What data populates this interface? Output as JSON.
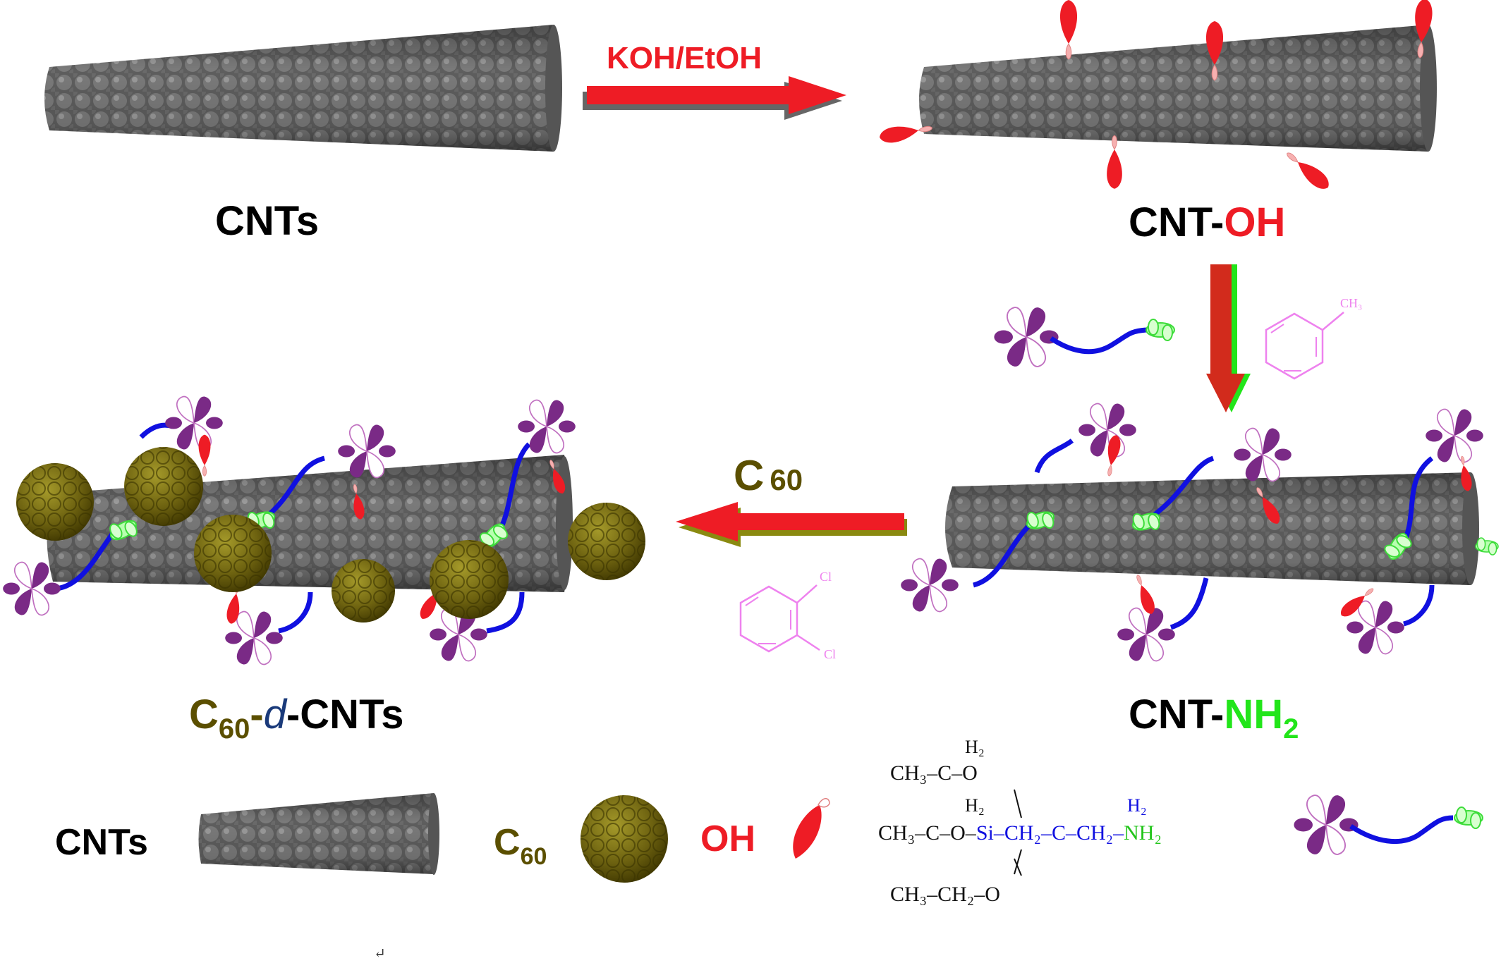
{
  "reagents": {
    "koh_etoh": "KOH/EtOH",
    "c60_main": "C",
    "c60_main_sub": "60",
    "toluene_ch3": "CH₃",
    "dcb_cl_top": "Cl",
    "dcb_cl_bottom": "Cl"
  },
  "labels": {
    "cnts_top": "CNTs",
    "cnt_oh_prefix": "CNT-",
    "cnt_oh_suffix": "OH",
    "cnt_nh2_prefix": "CNT-",
    "cnt_nh2_nh": "NH",
    "cnt_nh2_sub": "2",
    "c60dcnts_c": "C",
    "c60dcnts_sub": "60",
    "c60dcnts_dash1": "-",
    "c60dcnts_d": "d",
    "c60dcnts_rest": "-CNTs"
  },
  "legend": {
    "cnts": "CNTs",
    "c60": "C",
    "c60_sub": "60",
    "oh": "OH"
  },
  "formula": {
    "h2_1": "H₂",
    "line1": "CH₃–C–O",
    "h2_2": "H₂",
    "line2_left": "CH₃–C–O–",
    "si": "Si",
    "line2_chain": "–CH₂–C–CH₂–",
    "h2_3": "H₂",
    "nh2": "NH₂",
    "line3": "CH₃–CH₂–O"
  },
  "stray_mark": "↵",
  "colors": {
    "red": "#ee1c25",
    "green": "#22e51a",
    "olive": "#5b4f00",
    "magenta": "#ee82ee",
    "blue": "#1010e0",
    "purple": "#7a2a86"
  }
}
